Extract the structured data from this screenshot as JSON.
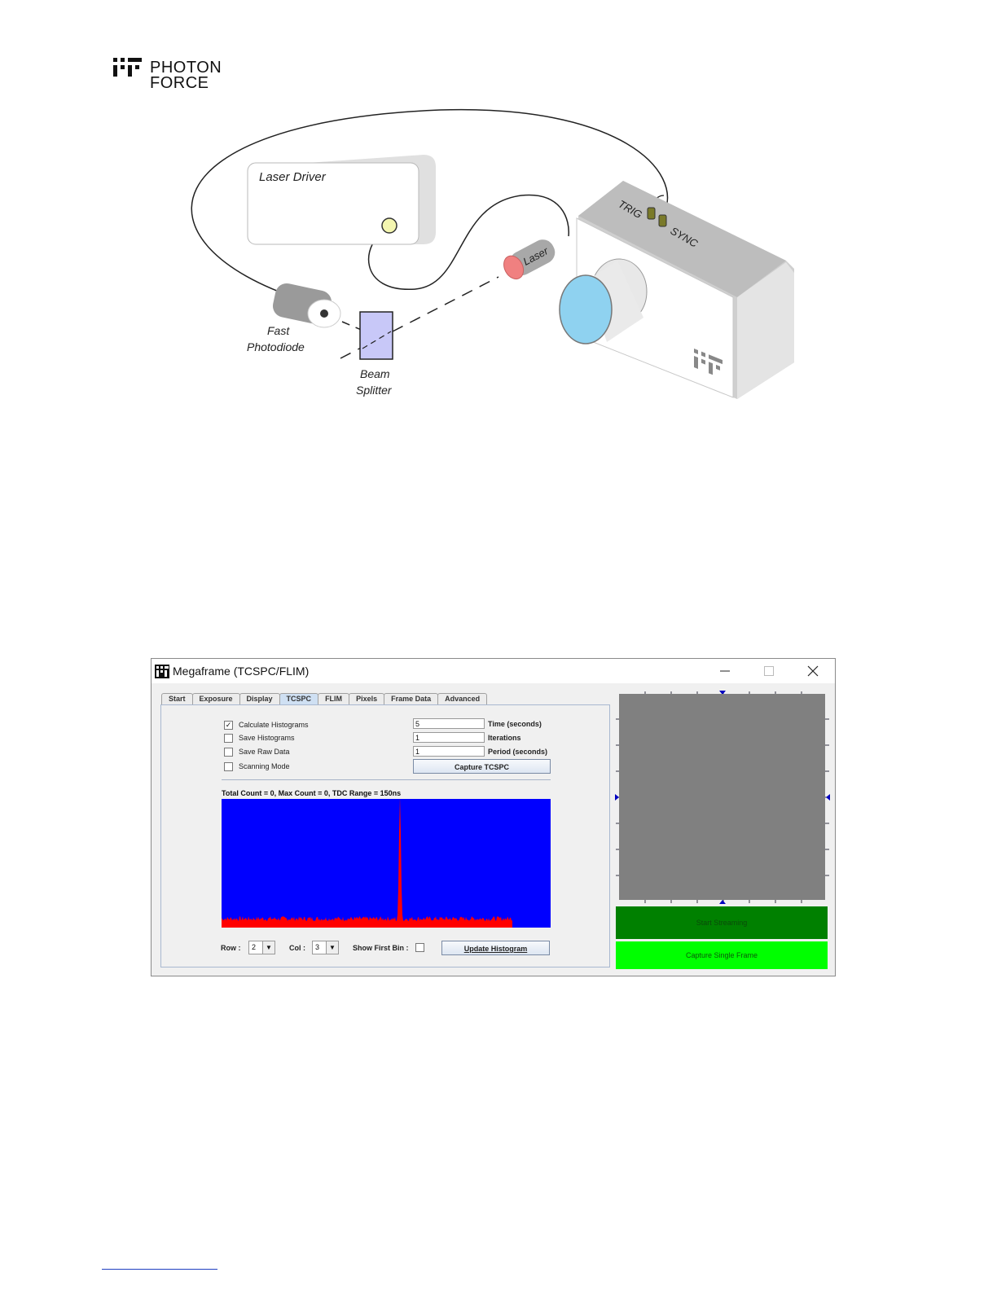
{
  "header": {
    "logo_line1": "PHOTON",
    "logo_line2": "FORCE"
  },
  "diagram": {
    "laser_driver": "Laser Driver",
    "laser": "Laser",
    "trig": "TRIG",
    "sync": "SYNC",
    "fast": "Fast",
    "photodiode": "Photodiode",
    "beam": "Beam",
    "splitter": "Splitter",
    "colors": {
      "laser_aperture": "#f08080",
      "lens": "#8fd2f0",
      "beam_splitter": "#c8c8f8",
      "connector": "#7a7a2a"
    }
  },
  "window": {
    "title": "Megaframe (TCSPC/FLIM)",
    "minimize_icon": "minimize-icon",
    "maximize_icon": "maximize-icon",
    "close_icon": "close-icon",
    "tabs": [
      {
        "label": "Start"
      },
      {
        "label": "Exposure"
      },
      {
        "label": "Display"
      },
      {
        "label": "TCSPC",
        "active": true
      },
      {
        "label": "FLIM"
      },
      {
        "label": "Pixels"
      },
      {
        "label": "Frame Data"
      },
      {
        "label": "Advanced"
      }
    ],
    "options": [
      {
        "label": "Calculate Histograms",
        "checked": true
      },
      {
        "label": "Save Histograms",
        "checked": false
      },
      {
        "label": "Save Raw Data",
        "checked": false
      },
      {
        "label": "Scanning Mode",
        "checked": false
      }
    ],
    "fields": [
      {
        "value": "5",
        "label": "Time (seconds)"
      },
      {
        "value": "1",
        "label": "Iterations"
      },
      {
        "value": "1",
        "label": "Period (seconds)"
      }
    ],
    "capture_tcspc": "Capture TCSPC",
    "stats": "Total Count = 0, Max Count = 0, TDC Range = 150ns",
    "row_label": "Row :",
    "row_value": "2",
    "col_label": "Col :",
    "col_value": "3",
    "show_first_bin": "Show First Bin :",
    "update_histogram": "Update Histogram",
    "start_streaming": "Start Streaming",
    "capture_single_frame": "Capture Single Frame",
    "colors": {
      "histogram_bg": "#0000ff",
      "histogram_trace": "#ff0000",
      "stream_btn": "#008000",
      "capture_btn": "#00ff00",
      "viewer": "#808080"
    }
  }
}
